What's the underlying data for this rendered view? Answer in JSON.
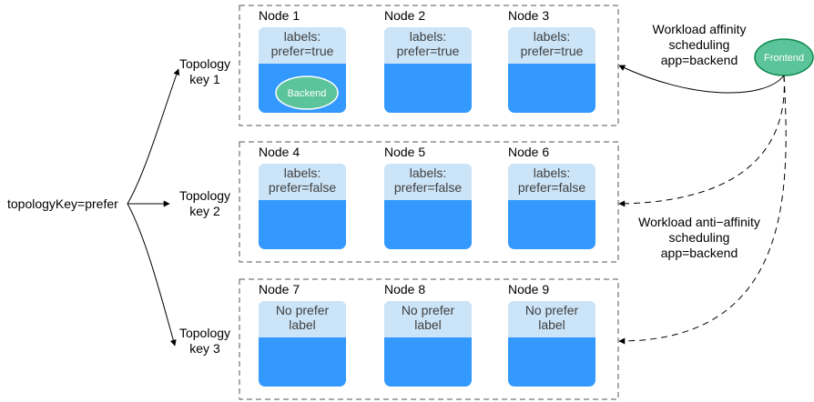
{
  "root_key": "topologyKey=prefer",
  "topology_keys": [
    "Topology key 1",
    "Topology key 2",
    "Topology key 3"
  ],
  "groups": [
    {
      "nodes": [
        {
          "name": "Node 1",
          "label": "labels: prefer=true",
          "pod": "Backend"
        },
        {
          "name": "Node 2",
          "label": "labels: prefer=true"
        },
        {
          "name": "Node 3",
          "label": "labels: prefer=true"
        }
      ]
    },
    {
      "nodes": [
        {
          "name": "Node 4",
          "label": "labels: prefer=false"
        },
        {
          "name": "Node 5",
          "label": "labels: prefer=false"
        },
        {
          "name": "Node 6",
          "label": "labels: prefer=false"
        }
      ]
    },
    {
      "nodes": [
        {
          "name": "Node 7",
          "label": "No prefer label"
        },
        {
          "name": "Node 8",
          "label": "No prefer label"
        },
        {
          "name": "Node 9",
          "label": "No prefer label"
        }
      ]
    }
  ],
  "frontend": "Frontend",
  "affinity_label": "Workload affinity scheduling app=backend",
  "anti_affinity_label": "Workload anti−affinity scheduling app=backend",
  "colors": {
    "node_body": "#3399ff",
    "node_label": "#cce4f7",
    "pod_fill": "#5cc49a",
    "pod_stroke": "#ffffff",
    "frontend_fill": "#5cc49a",
    "frontend_stroke": "#0d8a4e",
    "group_border": "#555555",
    "line": "#000000"
  }
}
